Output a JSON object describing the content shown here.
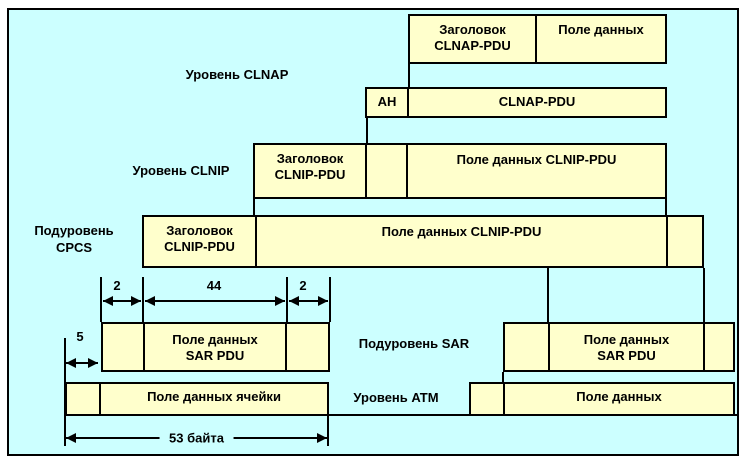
{
  "colors": {
    "background": "#ccffff",
    "box_fill": "#ffffcc",
    "line": "#000000"
  },
  "layer_labels": {
    "clnap": "Уровень CLNAP",
    "clnip": "Уровень CLNIP",
    "cpcs": "Подуровень\nCPCS",
    "sar": "Подуровень SAR",
    "atm": "Уровень ATM"
  },
  "rows": {
    "clnap_top": {
      "header": "Заголовок\nCLNAP-PDU",
      "payload": "Поле данных"
    },
    "clnap_pdu": {
      "ah": "AH",
      "body": "CLNAP-PDU"
    },
    "clnip": {
      "header": "Заголовок\nCLNIP-PDU",
      "payload": "Поле данных CLNIP-PDU"
    },
    "cpcs": {
      "header": "Заголовок\nCLNIP-PDU",
      "payload": "Поле данных CLNIP-PDU"
    },
    "sar_left": {
      "payload": "Поле данных\nSAR PDU"
    },
    "sar_right": {
      "payload": "Поле данных\nSAR PDU"
    },
    "atm_left": {
      "payload": "Поле данных ячейки"
    },
    "atm_right": {
      "payload": "Поле данных"
    }
  },
  "dimensions": {
    "cpcs_header_bytes": "2",
    "cpcs_payload_bytes": "44",
    "cpcs_trailer_bytes": "2",
    "atm_header_bytes": "5",
    "cell_total": "53 байта"
  }
}
